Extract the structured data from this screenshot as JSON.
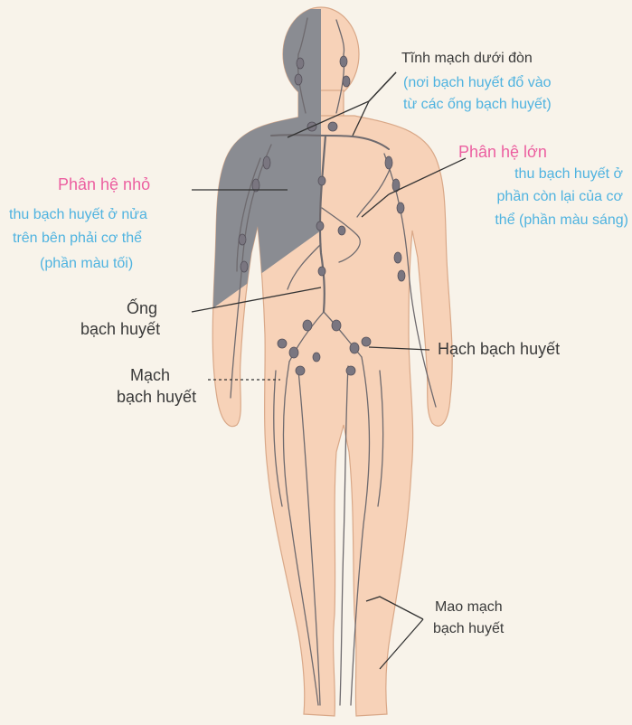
{
  "labels": {
    "subclavian_vein": {
      "title": "Tĩnh mạch dưới đòn",
      "note_line1": "(nơi bạch huyết đổ vào",
      "note_line2": "từ các ống bạch huyết)"
    },
    "small_branch": {
      "title": "Phân hệ nhỏ",
      "line1": "thu bạch huyết ở nửa",
      "line2": "trên bên phải cơ thể",
      "line3": "(phần màu tối)"
    },
    "large_branch": {
      "title": "Phân hệ lớn",
      "line1": "thu bạch huyết ở",
      "line2": "phần còn lại của cơ",
      "line3": "thể (phần màu sáng)"
    },
    "lymph_duct": {
      "line1": "Ống",
      "line2": "bạch huyết"
    },
    "lymph_vessel": {
      "line1": "Mạch",
      "line2": "bạch huyết"
    },
    "lymph_node": {
      "title": "Hạch bạch huyết"
    },
    "lymph_capillary": {
      "line1": "Mao mạch",
      "line2": "bạch huyết"
    }
  },
  "colors": {
    "light_region": "#f7d2b8",
    "dark_region": "#8a8c92",
    "vessel": "#6e6a6e",
    "node": "#7a7680",
    "pink_text": "#ec5fa0",
    "blue_text": "#4fb3e0",
    "dark_text": "#3a3a3a",
    "leader_line": "#333333"
  }
}
